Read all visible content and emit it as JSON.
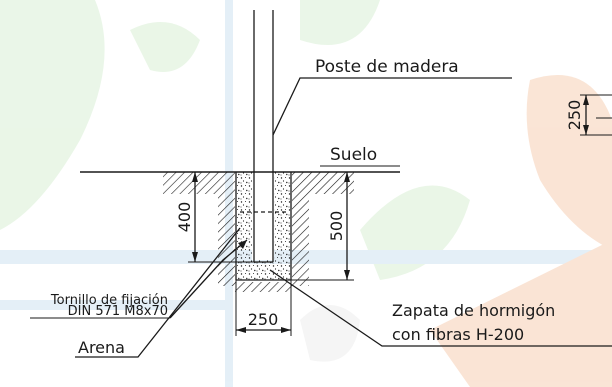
{
  "labels": {
    "post": "Poste de madera",
    "ground": "Suelo",
    "bolt_line1": "Tornillo de fijación",
    "bolt_line2": "DIN 571 M8x70",
    "sand": "Arena",
    "footing_line1": "Zapata de hormigón",
    "footing_line2": "con fibras H-200"
  },
  "dimensions": {
    "post_depth": "400",
    "footing_depth": "500",
    "footing_width": "250",
    "side_dim": "250"
  },
  "colors": {
    "line": "#1a1a1a",
    "background_green": "#d9efd5",
    "background_orange": "#f6cfb4",
    "background_blue": "#cfe3f2"
  }
}
